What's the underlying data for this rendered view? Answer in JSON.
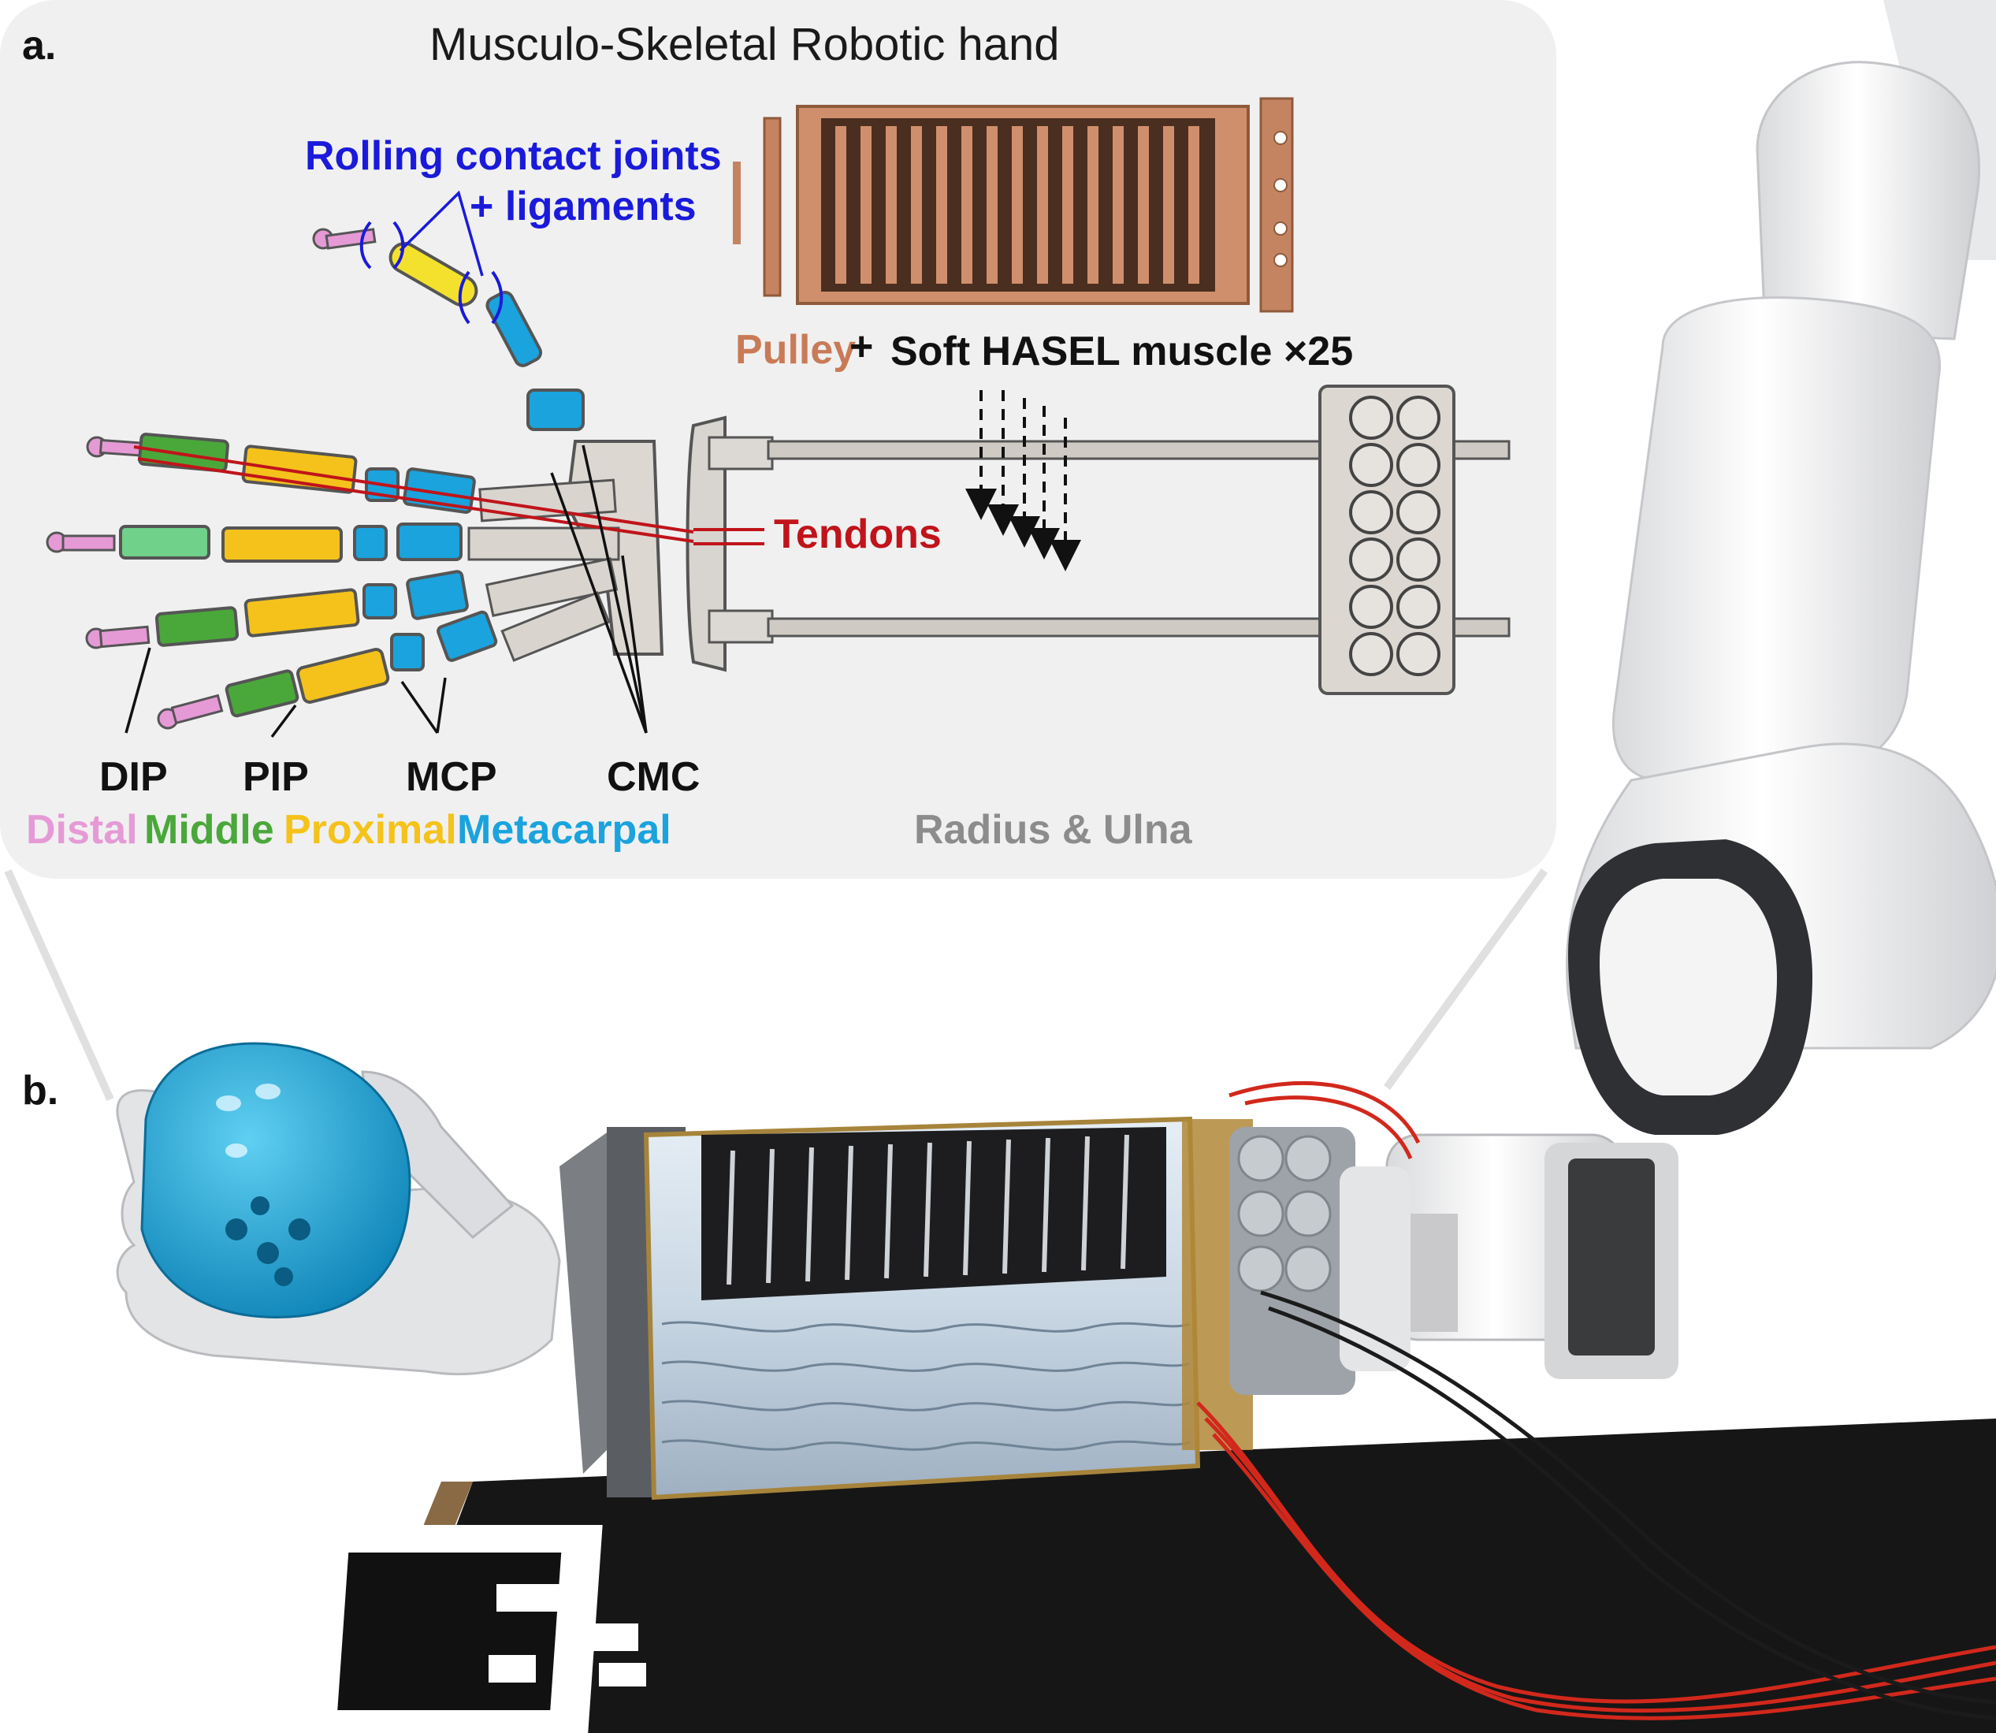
{
  "panel_a": {
    "letter": "a.",
    "title": "Musculo-Skeletal Robotic hand",
    "rolling_joints_line1": "Rolling contact joints",
    "rolling_joints_line2": "+ ligaments",
    "pulley": "Pulley",
    "plus": "+",
    "soft_muscle": "Soft HASEL muscle ×25",
    "tendons": "Tendons",
    "joints": [
      "DIP",
      "PIP",
      "MCP",
      "CMC"
    ],
    "bones": [
      {
        "label": "Distal",
        "color": "#e59ad6"
      },
      {
        "label": "Middle",
        "color": "#4aa83a"
      },
      {
        "label": "Proximal",
        "color": "#f4c21b"
      },
      {
        "label": "Metacarpal",
        "color": "#1aa3dd"
      }
    ],
    "radius_ulna": "Radius & Ulna"
  },
  "panel_b": {
    "letter": "b."
  },
  "colors": {
    "panel_bg": "#f0f0f0",
    "rolling_joints": "#1a1adb",
    "pulley": "#c97a56",
    "tendons": "#c0141a",
    "radius_ulna": "#8c8c8c"
  }
}
